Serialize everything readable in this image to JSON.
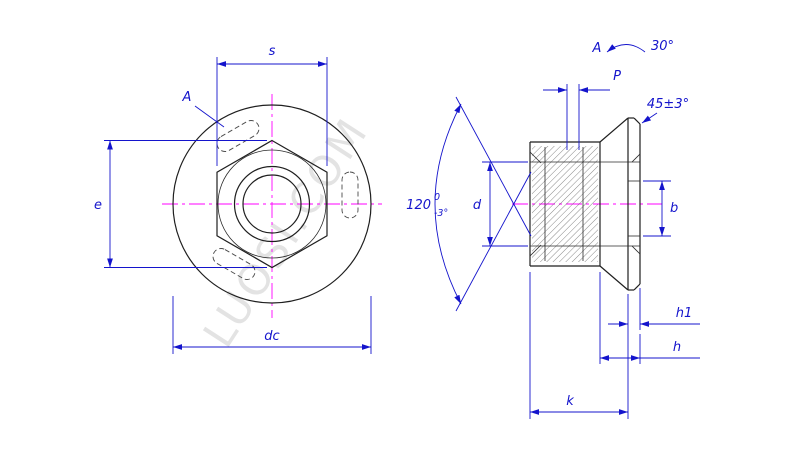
{
  "watermark": "LUOSI.COM",
  "colors": {
    "dimension": "#1414cc",
    "object_line": "#1f1f1f",
    "centerline": "#ff00ff",
    "watermark": "#d2d2d2"
  },
  "front_view": {
    "s": "s",
    "a": "A",
    "e": "e",
    "dc": "dc"
  },
  "side_view": {
    "a": "A",
    "angle_30": "30°",
    "p": "P",
    "chamfer": "45±3°",
    "angle_120": "120",
    "angle_120_sup": "0",
    "angle_120_sub": "-3°",
    "d": "d",
    "b": "b",
    "h1": "h1",
    "h": "h",
    "k": "k"
  }
}
